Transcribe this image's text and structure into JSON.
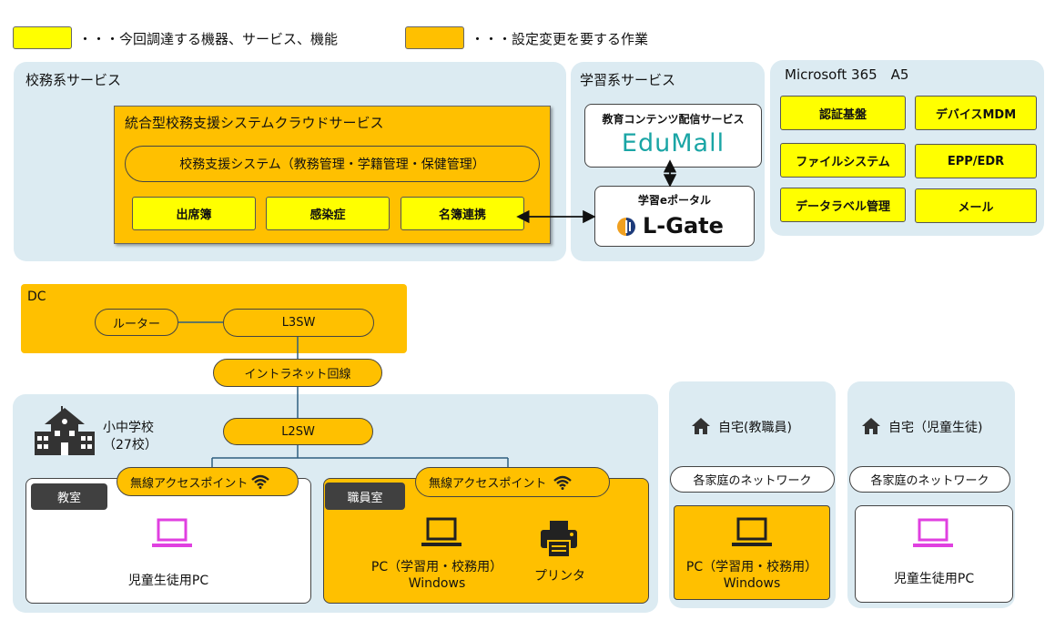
{
  "legend": {
    "procure_text": "・・・今回調達する機器、サービス、機能",
    "config_text": "・・・設定変更を要する作業"
  },
  "school_affairs": {
    "title": "校務系サービス",
    "cloud_title": "統合型校務支援システムクラウドサービス",
    "system": "校務支援システム（教務管理・学籍管理・保健管理）",
    "modules": [
      "出席簿",
      "感染症",
      "名簿連携"
    ]
  },
  "learning": {
    "title": "学習系サービス",
    "content_title": "教育コンテンツ配信サービス",
    "content_logo": "EduMall",
    "portal_title": "学習eポータル",
    "portal_logo": "L-Gate"
  },
  "m365": {
    "title": "Microsoft 365　A5",
    "items": [
      "認証基盤",
      "デバイスMDM",
      "ファイルシステム",
      "EPP/EDR",
      "データラベル管理",
      "メール"
    ]
  },
  "dc": {
    "title": "DC",
    "router": "ルーター",
    "l3sw": "L3SW",
    "intranet": "イントラネット回線"
  },
  "school": {
    "title": "小中学校",
    "count": "（27校）",
    "l2sw": "L2SW",
    "classroom": {
      "tag": "教室",
      "ap": "無線アクセスポイント",
      "pc": "児童生徒用PC"
    },
    "staffroom": {
      "tag": "職員室",
      "ap": "無線アクセスポイント",
      "pc_line1": "PC（学習用・校務用）",
      "pc_line2": "Windows",
      "printer": "プリンタ"
    }
  },
  "home_staff": {
    "title": "自宅(教職員)",
    "network": "各家庭のネットワーク",
    "pc_line1": "PC（学習用・校務用）",
    "pc_line2": "Windows"
  },
  "home_student": {
    "title": "自宅（児童生徒)",
    "network": "各家庭のネットワーク",
    "pc": "児童生徒用PC"
  },
  "colors": {
    "panel": "#dcebf2",
    "procure": "#ffff00",
    "config": "#ffc000",
    "laptop_student": "#e040e0"
  }
}
